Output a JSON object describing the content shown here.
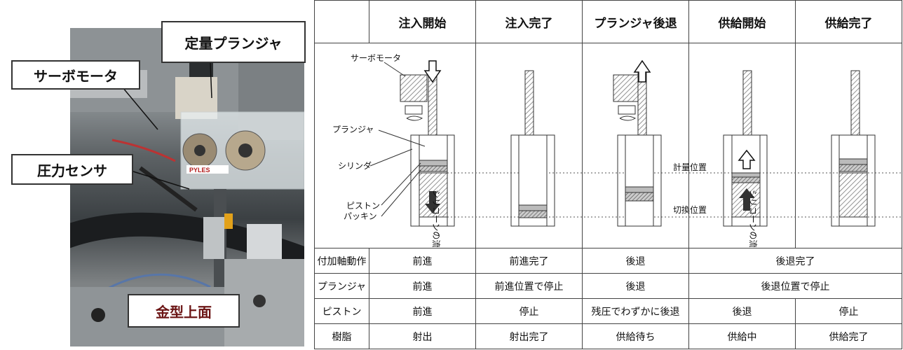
{
  "photo": {
    "callouts": {
      "teiryo_plunger": "定量プランジャ",
      "servo_motor": "サーボモータ",
      "pressure_sensor": "圧力センサ",
      "mold_top": "金型上面"
    },
    "device_brand": "PYLES"
  },
  "table": {
    "header": [
      "注入開始",
      "注入完了",
      "プランジャ後退",
      "供給開始",
      "供給完了"
    ],
    "rows": [
      {
        "label": "付加軸動作",
        "cells": [
          "前進",
          "前進完了",
          "後退",
          "後退完了"
        ]
      },
      {
        "label": "プランジャ",
        "cells": [
          "前進",
          "前進位置で停止",
          "後退",
          "後退位置で停止"
        ]
      },
      {
        "label": "ピストン",
        "cells": [
          "前進",
          "停止",
          "残圧でわずかに後退",
          "後退",
          "停止"
        ]
      },
      {
        "label": "樹脂",
        "cells": [
          "射出",
          "射出完了",
          "供給待ち",
          "供給中",
          "供給完了"
        ]
      }
    ]
  },
  "figure": {
    "labels": {
      "servo_motor": "サーボモータ",
      "plunger": "プランジャ",
      "cylinder": "シリンダ",
      "piston": "ピストン",
      "packing": "パッキン",
      "silicone_flow_1": "シリコーンの流れ",
      "silicone_flow_2": "シリコーンの流れ",
      "metering_position": "計量位置",
      "switch_position": "切換位置"
    }
  }
}
